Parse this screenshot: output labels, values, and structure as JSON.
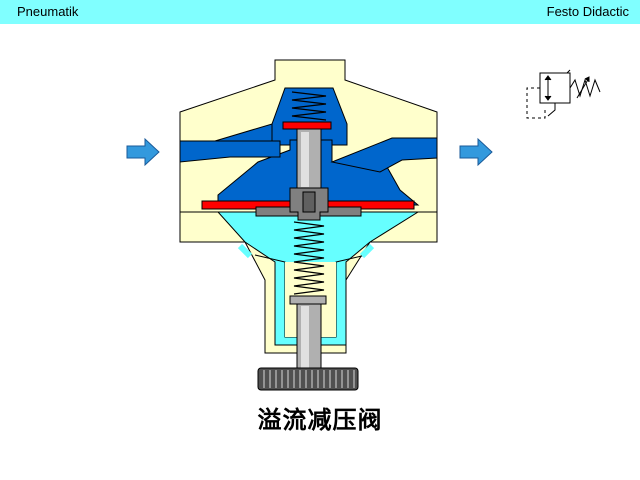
{
  "header": {
    "left_label": "Pneumatik",
    "right_label": "Festo Didactic",
    "background": "#80ffff"
  },
  "caption": "溢流减压阀",
  "colors": {
    "body": "#ffffcc",
    "outline": "#000000",
    "air": "#0066cc",
    "exhaust_chamber": "#66ffff",
    "seal": "#ff0000",
    "metal": "#808080",
    "arrow": "#3399dd"
  },
  "icons": {
    "inlet": "right-arrow-icon",
    "outlet": "right-arrow-icon",
    "symbol": "pressure-regulator-symbol-icon"
  }
}
